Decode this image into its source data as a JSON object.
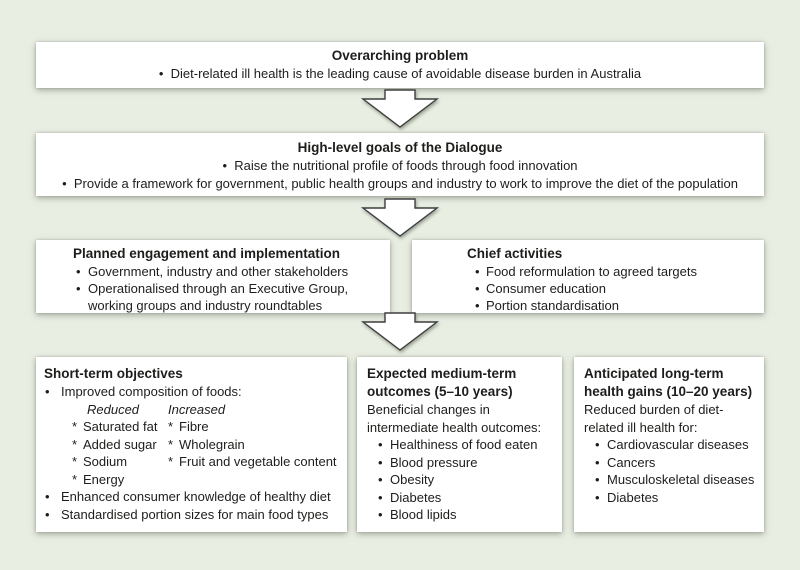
{
  "colors": {
    "bg": "#e9eee3",
    "box-bg": "#ffffff",
    "ink": "#1d1d1b",
    "outline": "#3f3f3f"
  },
  "boxes": {
    "overarching": {
      "title": "Overarching problem",
      "bullets": [
        "Diet-related ill health is the leading cause of avoidable disease burden in Australia"
      ]
    },
    "goals": {
      "title": "High-level goals of the Dialogue",
      "bullets": [
        "Raise the nutritional profile of foods through food innovation",
        "Provide a framework for government, public health groups and industry to work to improve the diet of the population"
      ]
    },
    "engagement": {
      "title": "Planned engagement and implementation",
      "bullets": [
        "Government, industry and other stakeholders",
        "Operationalised through an Executive Group, working groups and industry roundtables"
      ]
    },
    "activities": {
      "title": "Chief activities",
      "bullets": [
        "Food reformulation to agreed targets",
        "Consumer education",
        "Portion standardisation"
      ]
    },
    "short_term": {
      "title": "Short-term objectives",
      "bullets": [
        "Improved composition of foods:",
        "Enhanced consumer knowledge of healthy diet",
        "Standardised portion sizes for main food types"
      ],
      "columns": {
        "reduced": {
          "header": "Reduced",
          "items": [
            "Saturated fat",
            "Added sugar",
            "Sodium",
            "Energy"
          ]
        },
        "increased": {
          "header": "Increased",
          "items": [
            "Fibre",
            "Wholegrain",
            "Fruit and vegetable content"
          ]
        }
      }
    },
    "medium_term": {
      "title": "Expected medium-term outcomes (5–10 years)",
      "intro": "Beneficial changes in intermediate health outcomes:",
      "bullets": [
        "Healthiness of food eaten",
        "Blood pressure",
        "Obesity",
        "Diabetes",
        "Blood lipids"
      ]
    },
    "long_term": {
      "title": "Anticipated long-term health gains (10–20 years)",
      "intro": "Reduced burden of diet-related ill health for:",
      "bullets": [
        "Cardiovascular diseases",
        "Cancers",
        "Musculoskeletal diseases",
        "Diabetes"
      ]
    }
  }
}
